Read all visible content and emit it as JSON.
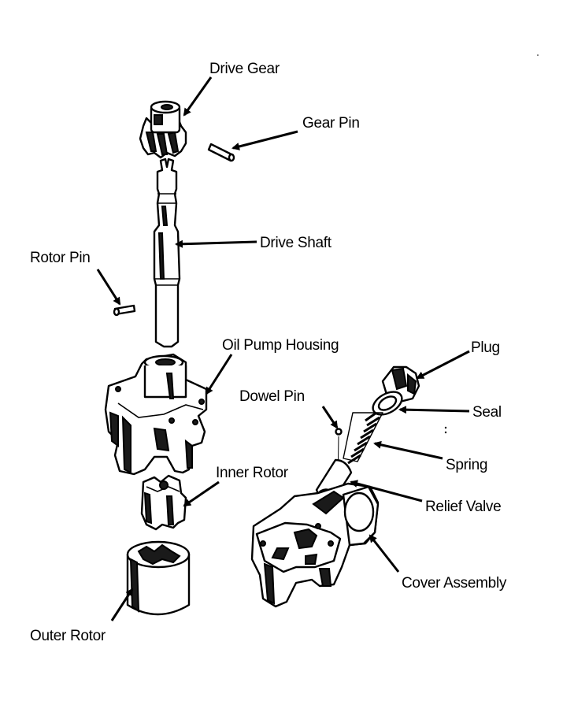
{
  "labels": {
    "drive_gear": "Drive Gear",
    "gear_pin": "Gear Pin",
    "drive_shaft": "Drive Shaft",
    "rotor_pin": "Rotor Pin",
    "oil_pump_housing": "Oil Pump Housing",
    "plug": "Plug",
    "dowel_pin": "Dowel Pin",
    "seal": "Seal",
    "spring": "Spring",
    "inner_rotor": "Inner Rotor",
    "relief_valve": "Relief Valve",
    "cover_assembly": "Cover Assembly",
    "outer_rotor": "Outer Rotor"
  }
}
